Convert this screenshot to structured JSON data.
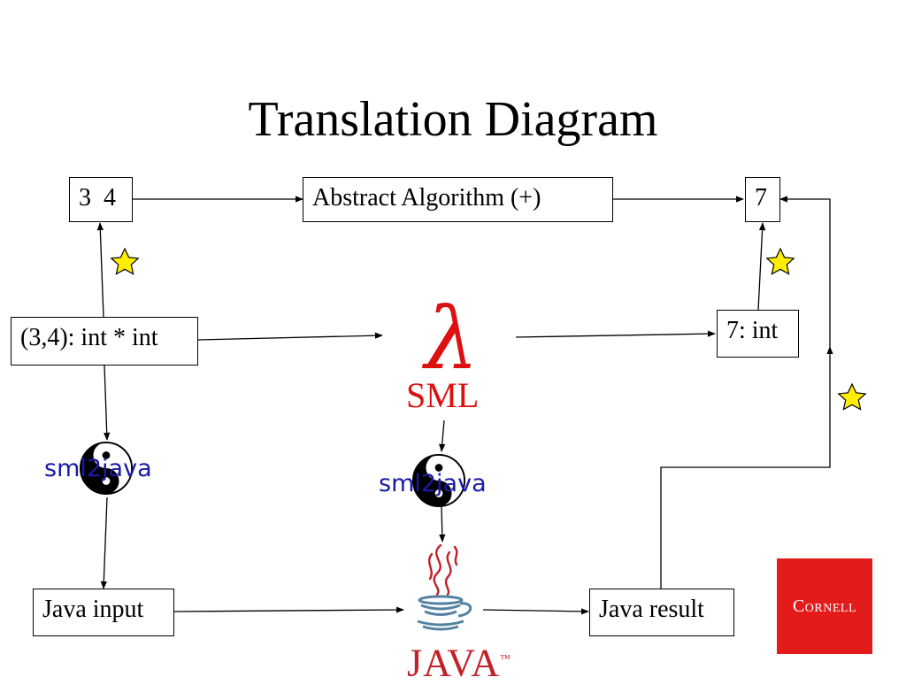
{
  "title": "Translation Diagram",
  "nodes": {
    "input_pair": "3  4",
    "abstract_algorithm": "Abstract Algorithm (+)",
    "output_value": "7",
    "sml_input": "(3,4): int * int",
    "sml_output": "7: int",
    "java_input": "Java input",
    "java_result": "Java result"
  },
  "sml": {
    "symbol": "λ",
    "label": "SML"
  },
  "translator": {
    "label": "sml2java"
  },
  "java_logo": {
    "label": "JAVA",
    "trademark": "™"
  },
  "cornell": {
    "label": "Cornell"
  },
  "colors": {
    "sml_red": "#dd1111",
    "translator_blue": "#1a1aa8",
    "java_red": "#c12127",
    "java_blue": "#5382a1",
    "star_yellow": "#ffee00",
    "cornell_red": "#e31b1b"
  }
}
